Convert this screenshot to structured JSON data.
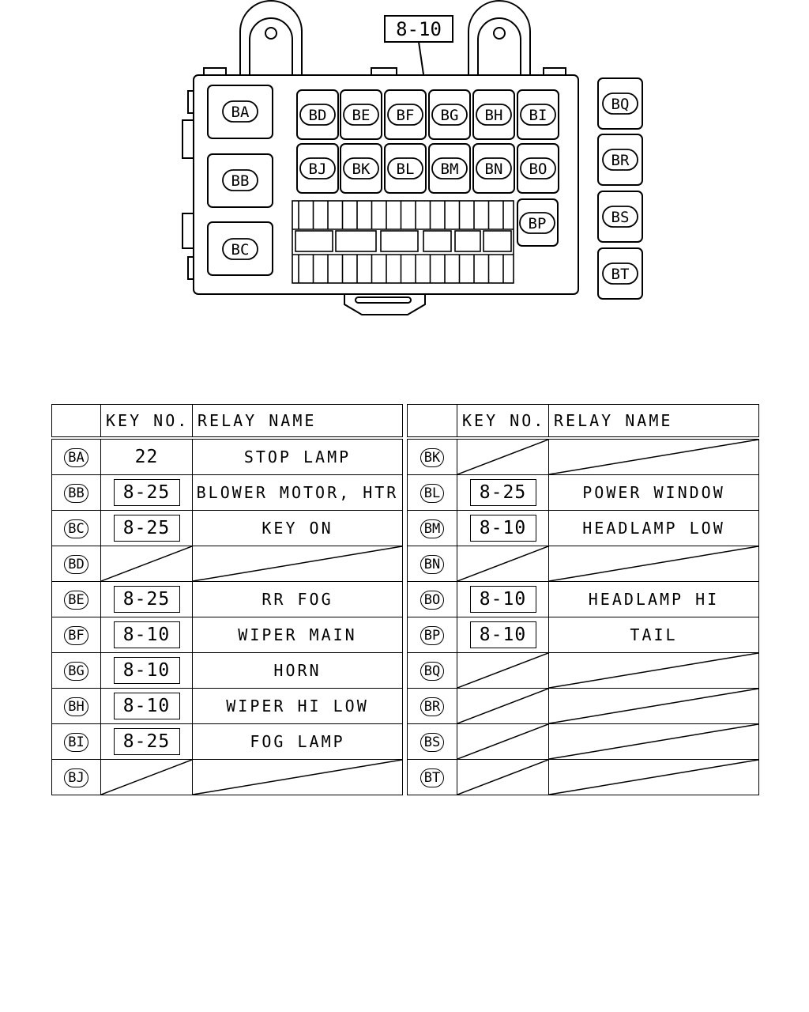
{
  "callout_label": "8-10",
  "top_relays": [
    "BA",
    "BB",
    "BC"
  ],
  "row1_relays": [
    "BD",
    "BE",
    "BF",
    "BG",
    "BH",
    "BI"
  ],
  "row2_relays": [
    "BJ",
    "BK",
    "BL",
    "BM",
    "BN",
    "BO"
  ],
  "side_relay": "BP",
  "external_relays": [
    "BQ",
    "BR",
    "BS",
    "BT"
  ],
  "table_header": {
    "key_no": "KEY NO.",
    "relay_name": "RELAY NAME"
  },
  "left_table": [
    {
      "code": "BA",
      "key": "22",
      "boxed": false,
      "name": "STOP LAMP"
    },
    {
      "code": "BB",
      "key": "8-25",
      "boxed": true,
      "name": "BLOWER MOTOR, HTR"
    },
    {
      "code": "BC",
      "key": "8-25",
      "boxed": true,
      "name": "KEY ON"
    },
    {
      "code": "BD",
      "key": null,
      "boxed": false,
      "name": null
    },
    {
      "code": "BE",
      "key": "8-25",
      "boxed": true,
      "name": "RR FOG"
    },
    {
      "code": "BF",
      "key": "8-10",
      "boxed": true,
      "name": "WIPER MAIN"
    },
    {
      "code": "BG",
      "key": "8-10",
      "boxed": true,
      "name": "HORN"
    },
    {
      "code": "BH",
      "key": "8-10",
      "boxed": true,
      "name": "WIPER HI LOW"
    },
    {
      "code": "BI",
      "key": "8-25",
      "boxed": true,
      "name": "FOG LAMP"
    },
    {
      "code": "BJ",
      "key": null,
      "boxed": false,
      "name": null
    }
  ],
  "right_table": [
    {
      "code": "BK",
      "key": null,
      "boxed": false,
      "name": null
    },
    {
      "code": "BL",
      "key": "8-25",
      "boxed": true,
      "name": "POWER WINDOW"
    },
    {
      "code": "BM",
      "key": "8-10",
      "boxed": true,
      "name": "HEADLAMP LOW"
    },
    {
      "code": "BN",
      "key": null,
      "boxed": false,
      "name": null
    },
    {
      "code": "BO",
      "key": "8-10",
      "boxed": true,
      "name": "HEADLAMP HI"
    },
    {
      "code": "BP",
      "key": "8-10",
      "boxed": true,
      "name": "TAIL"
    },
    {
      "code": "BQ",
      "key": null,
      "boxed": false,
      "name": null
    },
    {
      "code": "BR",
      "key": null,
      "boxed": false,
      "name": null
    },
    {
      "code": "BS",
      "key": null,
      "boxed": false,
      "name": null
    },
    {
      "code": "BT",
      "key": null,
      "boxed": false,
      "name": null
    }
  ]
}
